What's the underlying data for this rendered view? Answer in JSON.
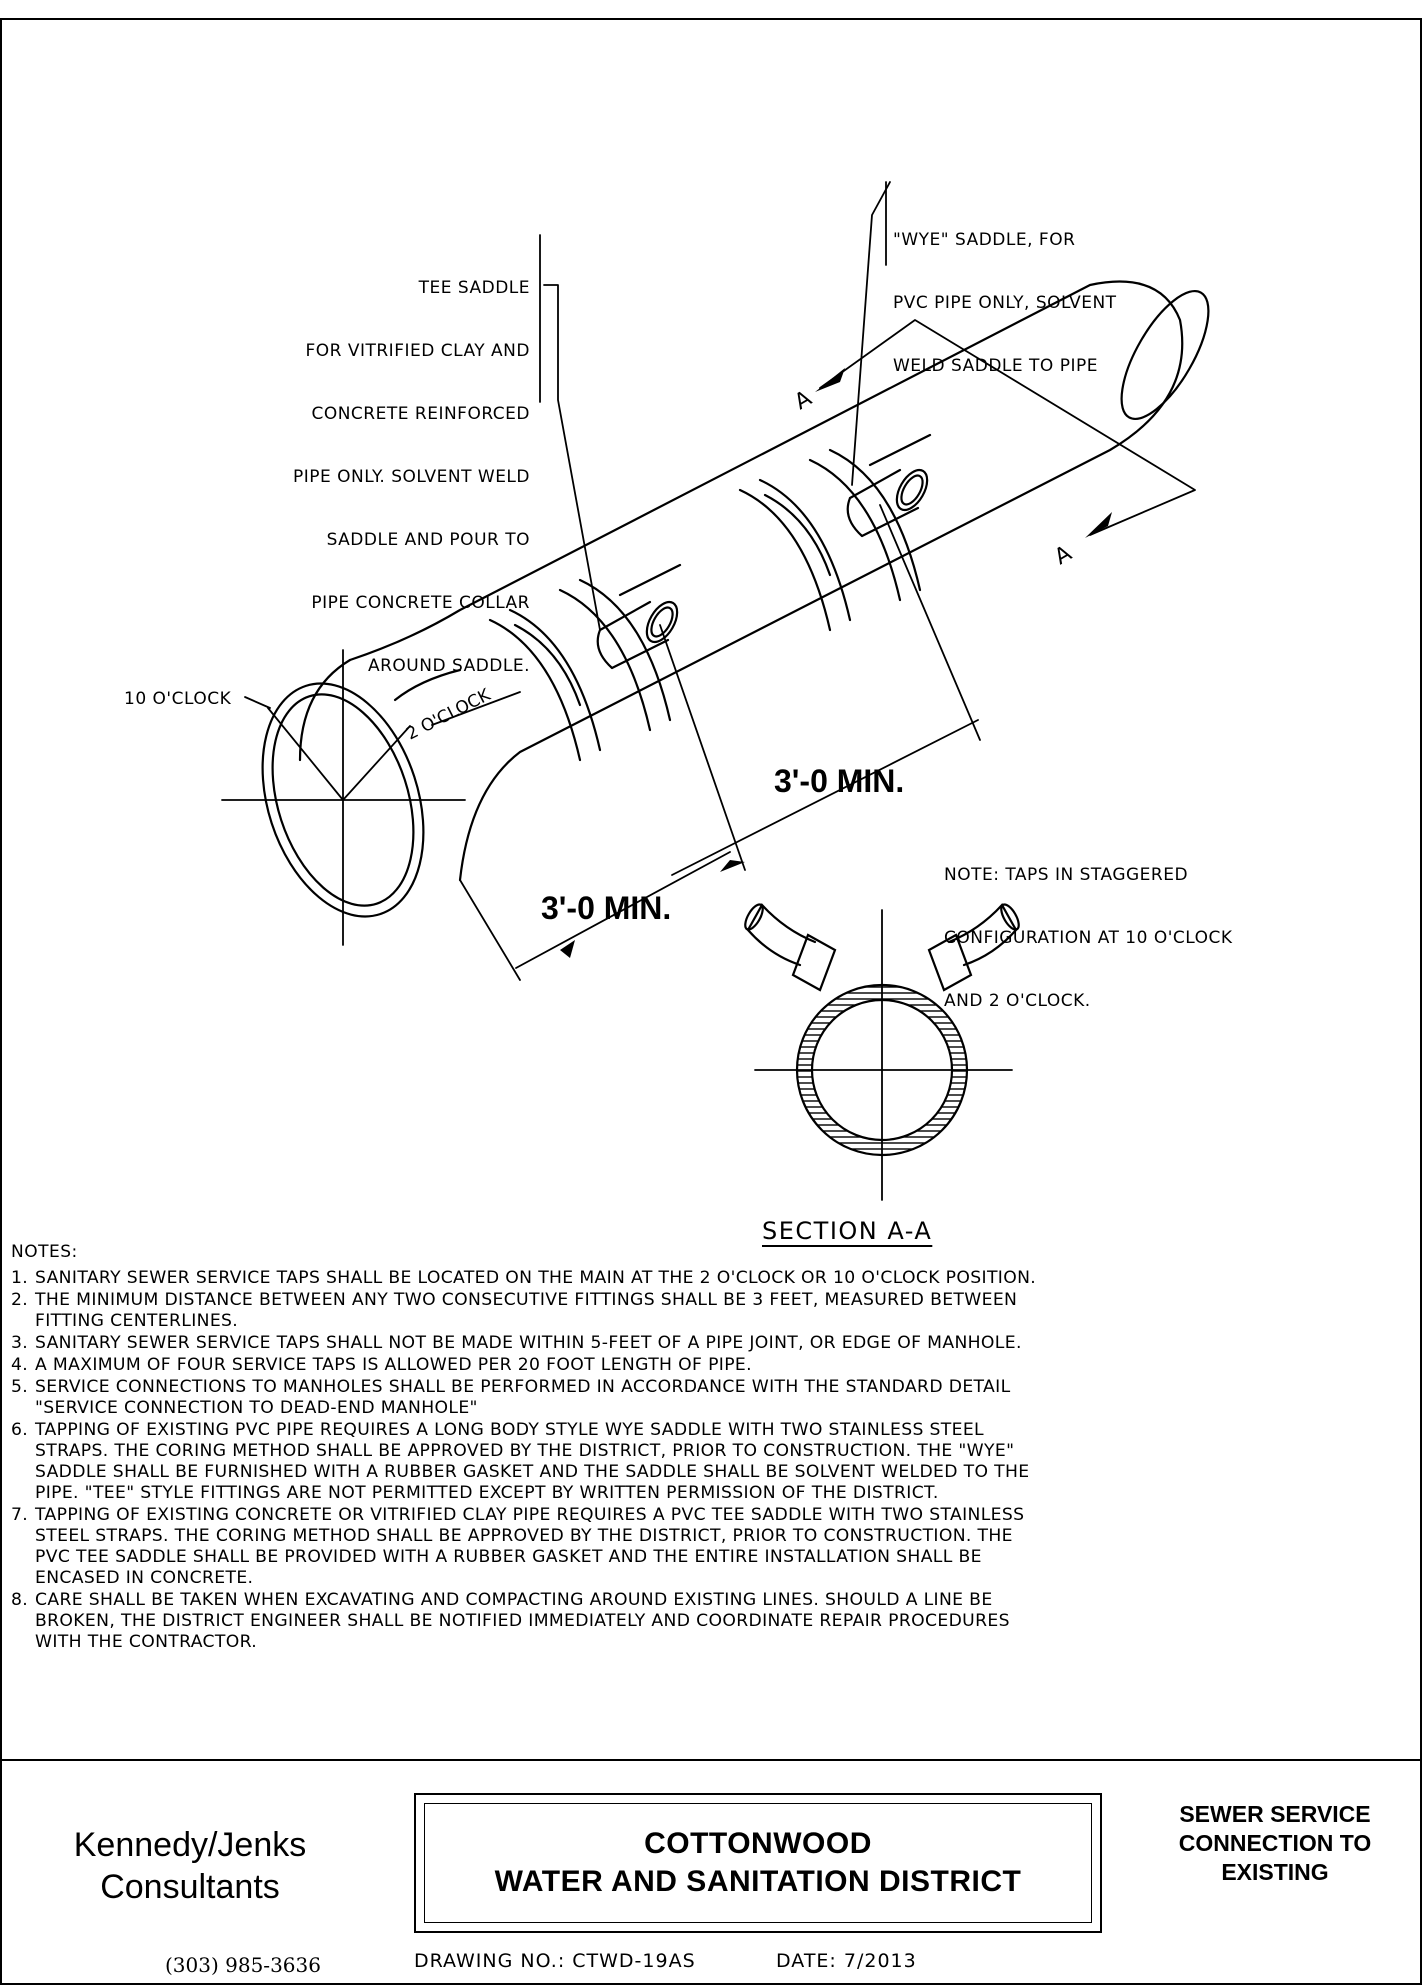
{
  "callouts": {
    "tee_saddle": [
      "TEE SADDLE",
      "FOR VITRIFIED CLAY AND",
      "CONCRETE REINFORCED",
      "PIPE ONLY. SOLVENT WELD",
      "SADDLE AND POUR TO",
      "PIPE CONCRETE COLLAR",
      "AROUND SADDLE."
    ],
    "wye_saddle": [
      "\"WYE\" SADDLE, FOR",
      "PVC PIPE ONLY, SOLVENT",
      "WELD SADDLE TO PIPE"
    ],
    "ten_oclock": "10 O'CLOCK",
    "two_oclock": "2 O'CLOCK",
    "section_marker": "A",
    "dim_upper": "3'-0 MIN.",
    "dim_lower": "3'-0 MIN.",
    "stagger_note": [
      "NOTE: TAPS IN STAGGERED",
      "CONFIGURATION AT 10 O'CLOCK",
      "AND 2 O'CLOCK."
    ],
    "section_title": "SECTION A-A"
  },
  "notes": {
    "heading": "NOTES:",
    "items": [
      {
        "num": "1.",
        "text": "SANITARY SEWER SERVICE TAPS SHALL BE LOCATED ON THE MAIN AT THE 2 O'CLOCK OR 10 O'CLOCK POSITION."
      },
      {
        "num": "2.",
        "text": "THE MINIMUM DISTANCE BETWEEN ANY TWO CONSECUTIVE FITTINGS SHALL BE 3 FEET, MEASURED BETWEEN\nFITTING CENTERLINES."
      },
      {
        "num": "3.",
        "text": "SANITARY SEWER SERVICE TAPS SHALL NOT BE MADE WITHIN 5-FEET OF A PIPE JOINT, OR EDGE OF MANHOLE."
      },
      {
        "num": "4.",
        "text": "A MAXIMUM OF FOUR SERVICE TAPS IS ALLOWED PER 20 FOOT LENGTH OF PIPE."
      },
      {
        "num": "5.",
        "text": "SERVICE CONNECTIONS TO MANHOLES SHALL BE PERFORMED IN ACCORDANCE WITH THE STANDARD DETAIL\n\"SERVICE CONNECTION TO DEAD-END MANHOLE\""
      },
      {
        "num": "6.",
        "text": "TAPPING OF EXISTING PVC PIPE REQUIRES A LONG BODY STYLE WYE SADDLE WITH TWO STAINLESS STEEL\nSTRAPS. THE CORING METHOD SHALL BE APPROVED BY THE DISTRICT, PRIOR TO CONSTRUCTION. THE \"WYE\"\nSADDLE SHALL BE FURNISHED WITH A RUBBER GASKET AND THE SADDLE SHALL BE SOLVENT WELDED TO THE\nPIPE. \"TEE\" STYLE FITTINGS ARE NOT PERMITTED EXCEPT BY WRITTEN PERMISSION OF THE DISTRICT."
      },
      {
        "num": "7.",
        "text": "TAPPING OF EXISTING CONCRETE OR VITRIFIED CLAY PIPE REQUIRES A PVC TEE SADDLE WITH TWO STAINLESS\nSTEEL STRAPS. THE CORING METHOD SHALL BE APPROVED BY THE DISTRICT, PRIOR TO CONSTRUCTION. THE\nPVC TEE SADDLE SHALL BE PROVIDED WITH A RUBBER GASKET AND THE ENTIRE INSTALLATION SHALL BE\nENCASED IN CONCRETE."
      },
      {
        "num": "8.",
        "text": "CARE SHALL BE TAKEN WHEN EXCAVATING AND COMPACTING AROUND EXISTING LINES. SHOULD A LINE BE\nBROKEN, THE DISTRICT ENGINEER SHALL BE NOTIFIED IMMEDIATELY AND COORDINATE REPAIR PROCEDURES\nWITH THE CONTRACTOR."
      }
    ]
  },
  "title_block": {
    "company": [
      "Kennedy/Jenks",
      "Consultants"
    ],
    "phone": "(303) 985-3636",
    "district": [
      "COTTONWOOD",
      "WATER AND SANITATION DISTRICT"
    ],
    "drawing_title": [
      "SEWER SERVICE",
      "CONNECTION TO",
      "EXISTING"
    ],
    "drawing_no": "DRAWING NO.: CTWD-19AS",
    "date": "DATE: 7/2013"
  }
}
